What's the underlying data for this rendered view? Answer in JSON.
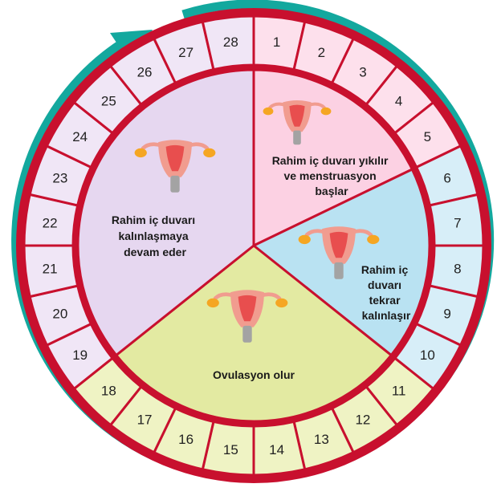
{
  "colors": {
    "rim": "#c8102e",
    "teal_arrow": "#13a89e",
    "ring_fill": "#ffffff",
    "uterus_body": "#f19c8f",
    "uterus_inner": "#e84e4e",
    "uterus_neck": "#a3a3a3",
    "ovary": "#f5a623"
  },
  "phases": [
    {
      "id": "menstruation",
      "lines": [
        "Rahim iç duvarı yıkılır",
        "ve menstruasyon",
        "başlar"
      ],
      "days": [
        1,
        2,
        3,
        4,
        5
      ],
      "color": "#fcd1e3",
      "ring_color": "#fde0ec",
      "icon": "uterus-icon"
    },
    {
      "id": "proliferative",
      "lines": [
        "Rahim iç",
        "duvarı",
        "tekrar",
        "kalınlaşır"
      ],
      "days": [
        6,
        7,
        8,
        9,
        10
      ],
      "color": "#b9e2f2",
      "ring_color": "#d7eef8",
      "icon": "uterus-icon"
    },
    {
      "id": "ovulation",
      "lines": [
        "Ovulasyon olur"
      ],
      "days": [
        11,
        12,
        13,
        14,
        15,
        16,
        17,
        18
      ],
      "color": "#e3eaa2",
      "ring_color": "#eff3c4",
      "icon": "uterus-icon"
    },
    {
      "id": "secretory",
      "lines": [
        "Rahim iç duvarı",
        "kalınlaşmaya",
        "devam eder"
      ],
      "days": [
        19,
        20,
        21,
        22,
        23,
        24,
        25,
        26,
        27,
        28
      ],
      "color": "#e6d7f0",
      "ring_color": "#f0e6f6",
      "icon": "uterus-icon"
    }
  ]
}
